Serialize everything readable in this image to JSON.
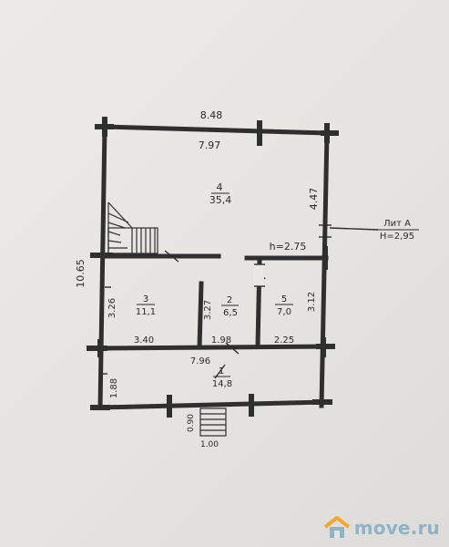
{
  "plan": {
    "dimensions": {
      "top_outer": "8.48",
      "top_inner": "7.97",
      "right_upper": "4.47",
      "left_outer": "10.65",
      "room3_height": "3.26",
      "room2_height": "3.27",
      "room5_height": "3.12",
      "bottom_room3_width": "3.40",
      "bottom_room2_width": "1.98",
      "bottom_room5_width": "2.25",
      "veranda_width": "7.96",
      "veranda_height": "1.88",
      "steps_depth": "0.90",
      "steps_width": "1.00",
      "ceiling_height": "h=2.75"
    },
    "rooms": [
      {
        "number": "4",
        "area": "35,4"
      },
      {
        "number": "3",
        "area": "11,1"
      },
      {
        "number": "2",
        "area": "6,5"
      },
      {
        "number": "5",
        "area": "7,0"
      },
      {
        "number": "1",
        "area": "14,8"
      }
    ],
    "label": {
      "lit": "Лит А",
      "height": "H=2,95"
    }
  },
  "watermark": {
    "text": "move.ru",
    "brand_color": "#f0a830",
    "text_color": "#8fb3c7"
  },
  "colors": {
    "wall": "#2f2f2f",
    "paper": "#e9e7e4"
  }
}
